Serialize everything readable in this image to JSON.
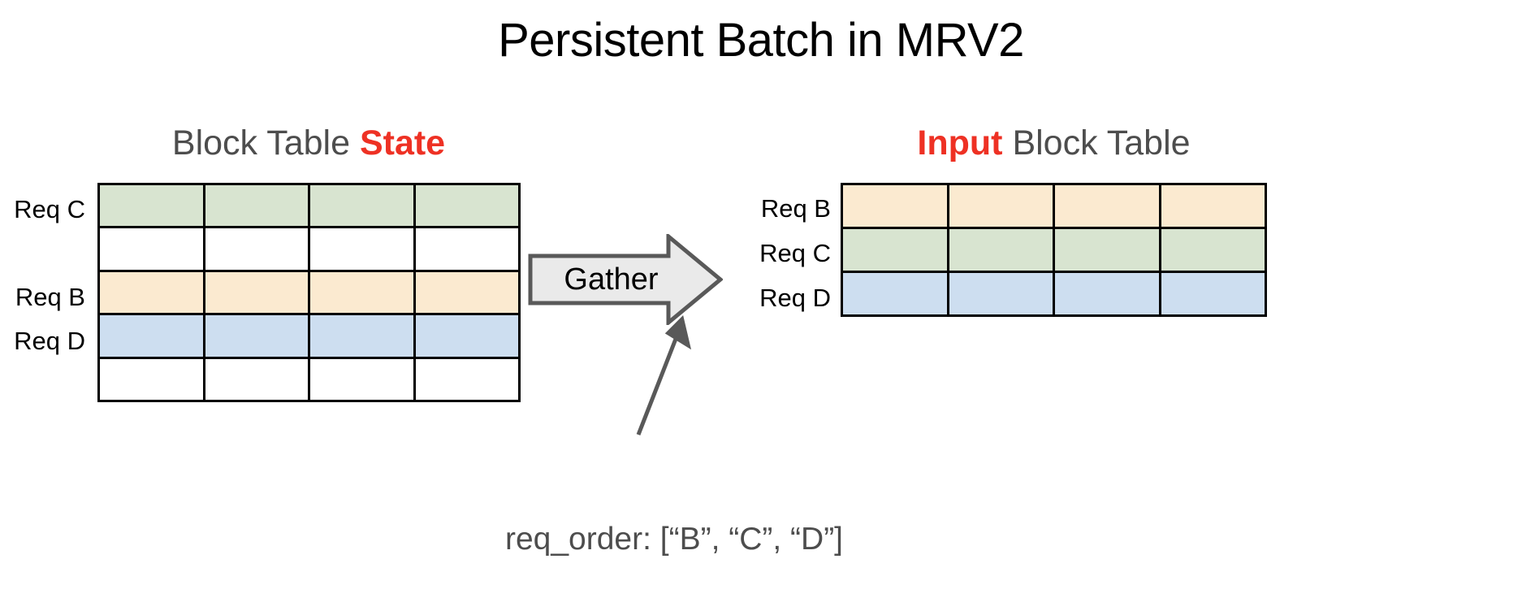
{
  "slide": {
    "title": "Persistent Batch in MRV2",
    "background_color": "#ffffff"
  },
  "colors": {
    "accent_red": "#ee3124",
    "heading_gray": "#4d4d4d",
    "green_cell": "#d8e4d0",
    "yellow_cell": "#fbead0",
    "blue_cell": "#cddef0",
    "empty_cell": "#ffffff",
    "grid_line": "#000000",
    "arrow_fill": "#eaeaea",
    "arrow_stroke": "#595959"
  },
  "left_panel": {
    "heading_prefix": "Block Table ",
    "heading_highlight": "State",
    "row_labels": [
      "Req C",
      "",
      "Req B",
      "Req D",
      ""
    ],
    "columns": 4,
    "rows": 5,
    "row_colors": [
      "green",
      "empty",
      "yellow",
      "blue",
      "empty"
    ]
  },
  "right_panel": {
    "heading_highlight": "Input",
    "heading_suffix": " Block Table",
    "row_labels": [
      "Req B",
      "Req C",
      "Req D"
    ],
    "columns": 4,
    "rows": 3,
    "row_colors": [
      "yellow",
      "green",
      "blue"
    ]
  },
  "gather": {
    "label": "Gather"
  },
  "caption": {
    "text": "req_order: [“B”, “C”, “D”]"
  }
}
